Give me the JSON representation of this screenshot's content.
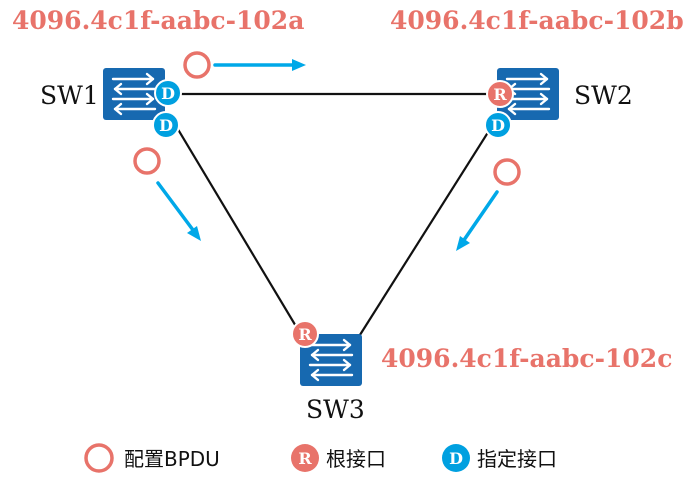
{
  "colors": {
    "bpdu": "#E8736A",
    "root_port": "#E8736A",
    "designated_port": "#00A0E0",
    "switch": "#1769B0",
    "arrow": "#00A8E8",
    "link": "#111111",
    "bridge_id_text": "#E8736A"
  },
  "switches": {
    "sw1": {
      "label": "SW1",
      "bridge_id": "4096.4c1f-aabc-102a"
    },
    "sw2": {
      "label": "SW2",
      "bridge_id": "4096.4c1f-aabc-102b"
    },
    "sw3": {
      "label": "SW3",
      "bridge_id": "4096.4c1f-aabc-102c"
    }
  },
  "ports": {
    "sw1_to_sw2": {
      "role": "D",
      "type": "designated"
    },
    "sw1_to_sw3": {
      "role": "D",
      "type": "designated"
    },
    "sw2_to_sw1": {
      "role": "R",
      "type": "root"
    },
    "sw2_to_sw3": {
      "role": "D",
      "type": "designated"
    },
    "sw3_to_sw1": {
      "role": "R",
      "type": "root"
    }
  },
  "legend": {
    "bpdu": "配置BPDU",
    "root_port_letter": "R",
    "root_port": "根接口",
    "designated_port_letter": "D",
    "designated_port": "指定接口"
  }
}
